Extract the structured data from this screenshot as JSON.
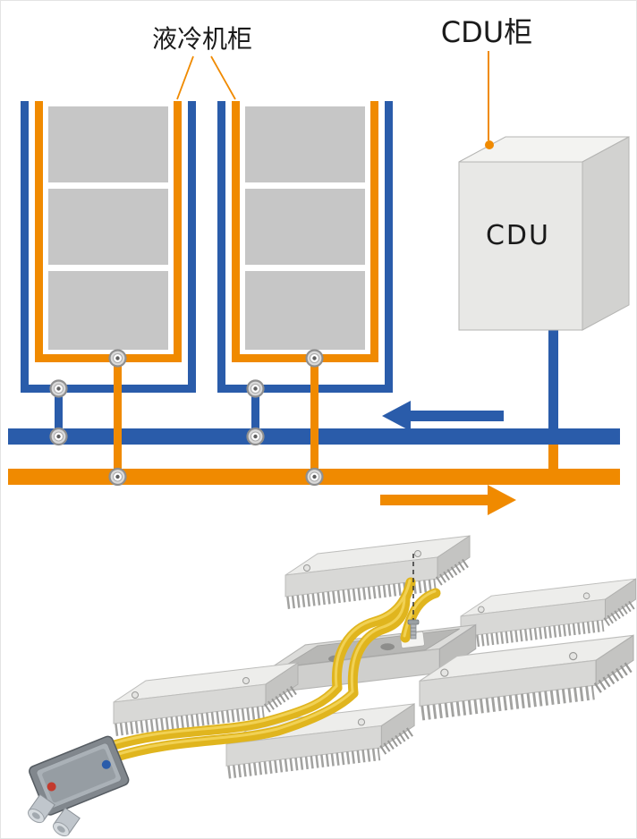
{
  "schematic": {
    "labels": {
      "liquid_cooling_cabinet": "液冷机柜",
      "cdu_cabinet": "CDU柜",
      "cdu_unit": "CDU"
    },
    "colors": {
      "supply_pipe_blue": "#2a5caa",
      "return_pipe_orange": "#f08a00",
      "rack_gray": "#c6c6c6",
      "cdu_body_gray": "#e8e8e6"
    },
    "cabinet_count": 2,
    "rack_blocks_per_cabinet": 3,
    "flow_arrows": [
      {
        "color": "#2a5caa",
        "direction": "left"
      },
      {
        "color": "#f08a00",
        "direction": "right"
      }
    ]
  },
  "assembly": {
    "tube_color": "#e0b51e",
    "cold_plate_module_count": 5,
    "connector_port_marks": [
      "#c33a2d",
      "#2a5caa"
    ]
  }
}
